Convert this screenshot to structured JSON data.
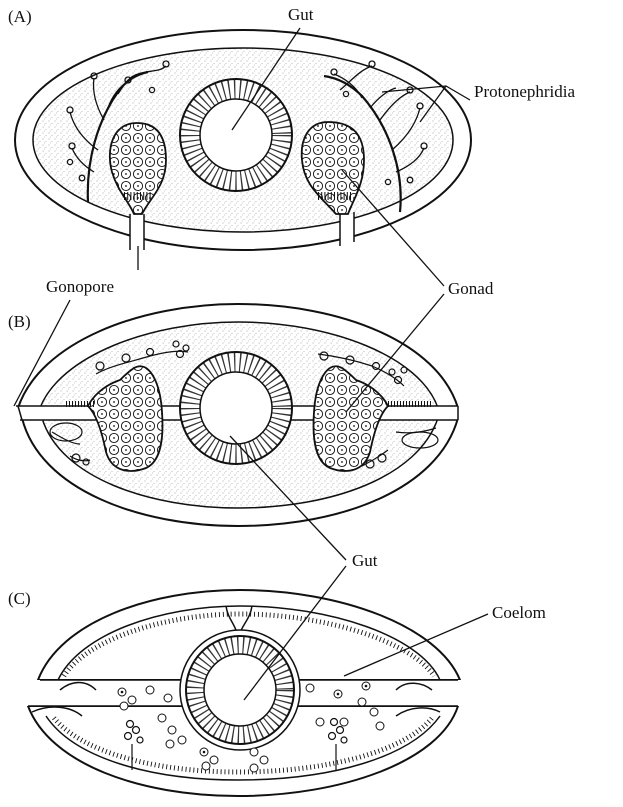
{
  "panels": {
    "a": {
      "letter": "(A)"
    },
    "b": {
      "letter": "(B)"
    },
    "c": {
      "letter": "(C)"
    }
  },
  "labels": {
    "gut_a": "Gut",
    "protonephridia": "Protonephridia",
    "gonopore": "Gonopore",
    "gonad": "Gonad",
    "gut_bc": "Gut",
    "coelom": "Coelom"
  },
  "colors": {
    "ink": "#111111",
    "stipple": "#b9b9b9",
    "background": "#ffffff"
  }
}
